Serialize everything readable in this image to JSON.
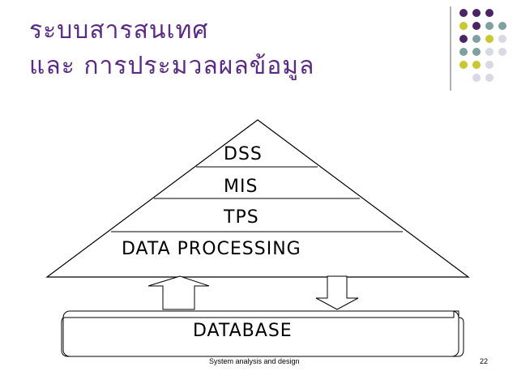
{
  "title": {
    "line1": "ระบบสารสนเทศ",
    "line2": "และ การประมวลผลข้อมูล"
  },
  "pyramid": {
    "layers": [
      {
        "label": "DSS"
      },
      {
        "label": "MIS"
      },
      {
        "label": "TPS"
      },
      {
        "label": "DATA PROCESSING"
      }
    ]
  },
  "database": {
    "label": "DATABASE"
  },
  "footer": {
    "caption": "System analysis and design",
    "page_number": "22"
  },
  "colors": {
    "title": "#5a2a86",
    "dot_purple": "#4b2466",
    "dot_teal": "#7fa0a0",
    "dot_yellow": "#c8c830",
    "dot_lavender": "#d8d8e6"
  }
}
